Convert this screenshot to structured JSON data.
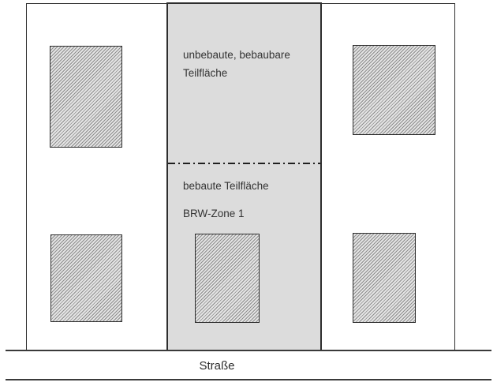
{
  "diagram": {
    "upper_zone": {
      "label_line1": "unbebaute, bebaubare",
      "label_line2": "Teilfläche"
    },
    "lower_zone": {
      "label": "bebaute Teilfläche",
      "zone_name": "BRW-Zone 1"
    },
    "street_label": "Straße",
    "buildings_count": 5,
    "colors": {
      "strip_fill": "#dcdcdc",
      "outline": "#2e2e2e",
      "hatch_line": "#8d8d8d",
      "hatch_background": "#e4e4e4",
      "text": "#333333",
      "street_line": "#3a3a3a"
    }
  }
}
